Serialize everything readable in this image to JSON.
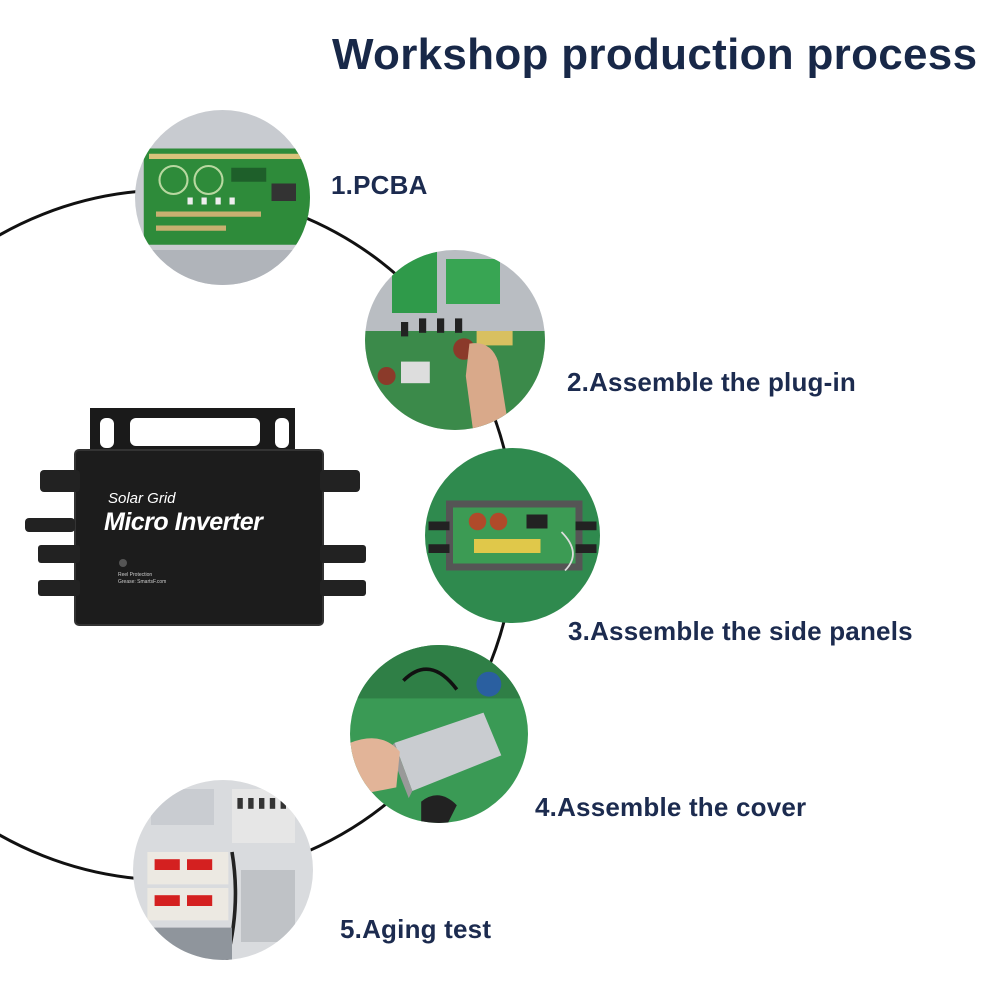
{
  "title": "Workshop production process",
  "product": {
    "subtitle": "Solar Grid",
    "name": "Micro Inverter",
    "fine_print_1": "Reel Protection",
    "fine_print_2": "Grease: SmartsF.com"
  },
  "steps": [
    {
      "label": "1.PCBA",
      "icon": "pcba-photo"
    },
    {
      "label": "2.Assemble the plug-in",
      "icon": "plug-in-assembly-photo"
    },
    {
      "label": "3.Assemble the side panels",
      "icon": "side-panel-assembly-photo"
    },
    {
      "label": "4.Assemble the cover",
      "icon": "cover-assembly-photo"
    },
    {
      "label": "5.Aging test",
      "icon": "aging-test-photo"
    }
  ],
  "colors": {
    "title": "#182848",
    "label": "#1c2b4f",
    "ring": "#111111",
    "pcb_green": "#2e8b3a",
    "inverter_black": "#1a1a1a"
  }
}
